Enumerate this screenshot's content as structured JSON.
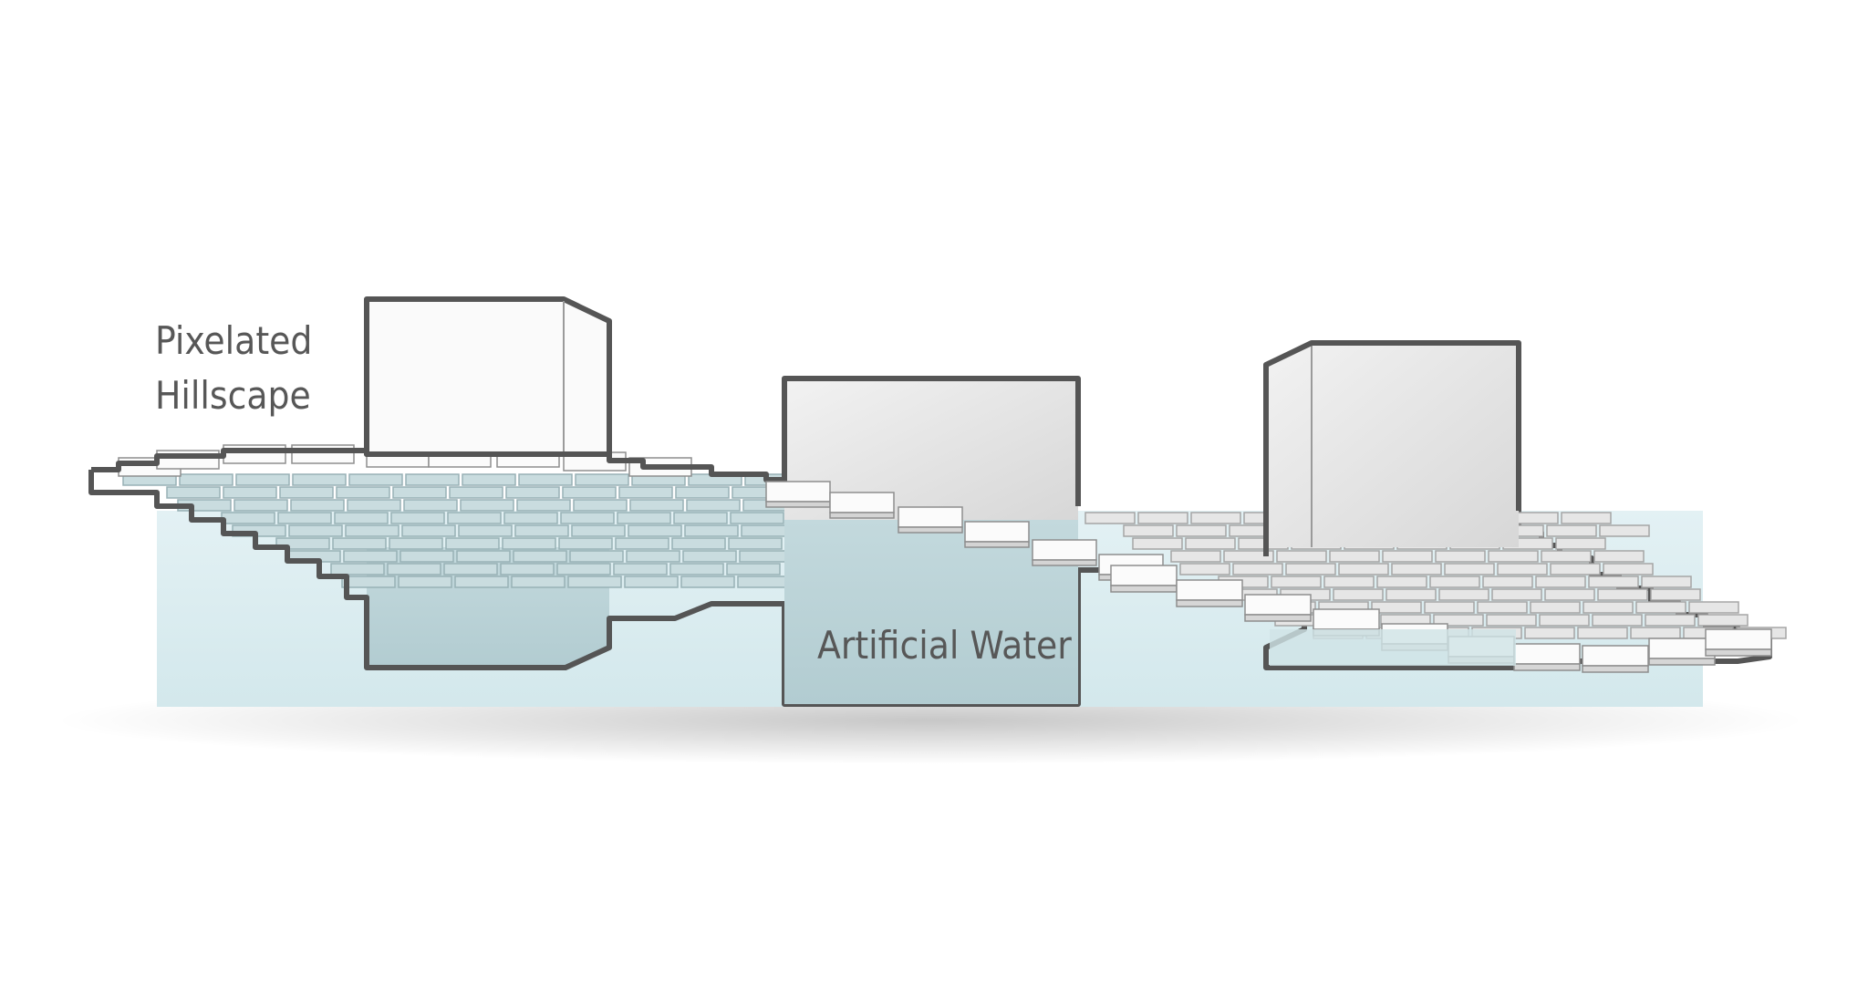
{
  "labels": {
    "hillscape_line1": "Pixelated",
    "hillscape_line2": "Hillscape",
    "water": "Artificial Water"
  },
  "colors": {
    "outline": "#555555",
    "water": "#d9edf1",
    "water_deep": "#b5d0d5",
    "block_top": "#f7f7f7",
    "block_side": "#dcdcdc",
    "tile": "#c7dadd",
    "tile_edge": "#9fb6ba"
  }
}
